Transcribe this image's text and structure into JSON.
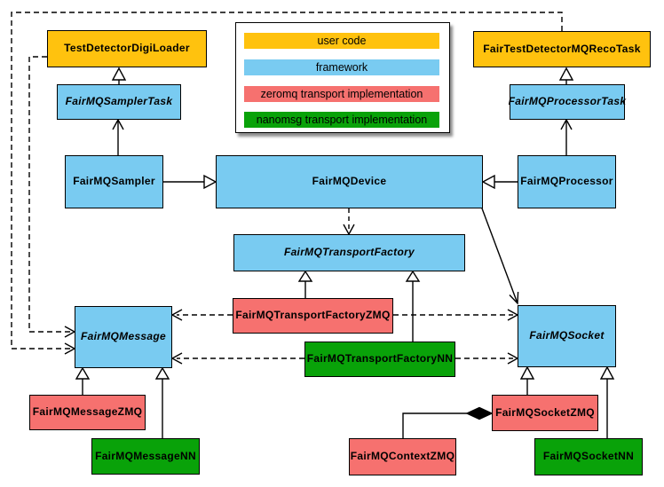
{
  "legend": {
    "items": [
      {
        "label": "user code",
        "color": "#FFC20E",
        "category": "user"
      },
      {
        "label": "framework",
        "color": "#79CBF1",
        "category": "framework"
      },
      {
        "label": "zeromq transport implementation",
        "color": "#F6716F",
        "category": "zeromq"
      },
      {
        "label": "nanomsg transport implementation",
        "color": "#09A209",
        "category": "nanomsg"
      }
    ]
  },
  "nodes": {
    "test_detector_digi_loader": {
      "label": "TestDetectorDigiLoader",
      "category": "user",
      "abstract": false
    },
    "fair_test_detector_mq_reco_task": {
      "label": "FairTestDetectorMQRecoTask",
      "category": "user",
      "abstract": false
    },
    "fairmq_sampler_task": {
      "label": "FairMQSamplerTask",
      "category": "framework",
      "abstract": true
    },
    "fairmq_processor_task": {
      "label": "FairMQProcessorTask",
      "category": "framework",
      "abstract": true
    },
    "fairmq_sampler": {
      "label": "FairMQSampler",
      "category": "framework",
      "abstract": false
    },
    "fairmq_device": {
      "label": "FairMQDevice",
      "category": "framework",
      "abstract": false
    },
    "fairmq_processor": {
      "label": "FairMQProcessor",
      "category": "framework",
      "abstract": false
    },
    "fairmq_transport_factory": {
      "label": "FairMQTransportFactory",
      "category": "framework",
      "abstract": true
    },
    "fairmq_transport_factory_zmq": {
      "label": "FairMQTransportFactoryZMQ",
      "category": "zeromq",
      "abstract": false
    },
    "fairmq_transport_factory_nn": {
      "label": "FairMQTransportFactoryNN",
      "category": "nanomsg",
      "abstract": false
    },
    "fairmq_message": {
      "label": "FairMQMessage",
      "category": "framework",
      "abstract": true
    },
    "fairmq_socket": {
      "label": "FairMQSocket",
      "category": "framework",
      "abstract": true
    },
    "fairmq_message_zmq": {
      "label": "FairMQMessageZMQ",
      "category": "zeromq",
      "abstract": false
    },
    "fairmq_message_nn": {
      "label": "FairMQMessageNN",
      "category": "nanomsg",
      "abstract": false
    },
    "fairmq_context_zmq": {
      "label": "FairMQContextZMQ",
      "category": "zeromq",
      "abstract": false
    },
    "fairmq_socket_zmq": {
      "label": "FairMQSocketZMQ",
      "category": "zeromq",
      "abstract": false
    },
    "fairmq_socket_nn": {
      "label": "FairMQSocketNN",
      "category": "nanomsg",
      "abstract": false
    }
  },
  "edges": [
    {
      "from": "FairMQSamplerTask",
      "to": "TestDetectorDigiLoader",
      "type": "generalization"
    },
    {
      "from": "FairMQSampler",
      "to": "FairMQSamplerTask",
      "type": "arrow"
    },
    {
      "from": "FairMQSampler",
      "to": "FairMQDevice",
      "type": "generalization"
    },
    {
      "from": "FairMQProcessor",
      "to": "FairMQDevice",
      "type": "generalization"
    },
    {
      "from": "FairMQProcessor",
      "to": "FairMQProcessorTask",
      "type": "arrow"
    },
    {
      "from": "FairMQProcessorTask",
      "to": "FairTestDetectorMQRecoTask",
      "type": "generalization"
    },
    {
      "from": "FairMQDevice",
      "to": "FairMQTransportFactory",
      "type": "dependency"
    },
    {
      "from": "FairMQDevice",
      "to": "FairMQSocket",
      "type": "arrow"
    },
    {
      "from": "FairMQTransportFactoryZMQ",
      "to": "FairMQTransportFactory",
      "type": "generalization"
    },
    {
      "from": "FairMQTransportFactoryNN",
      "to": "FairMQTransportFactory",
      "type": "generalization"
    },
    {
      "from": "FairMQTransportFactoryZMQ",
      "to": "FairMQMessage",
      "type": "dependency"
    },
    {
      "from": "FairMQTransportFactoryZMQ",
      "to": "FairMQSocket",
      "type": "dependency"
    },
    {
      "from": "FairMQTransportFactoryNN",
      "to": "FairMQMessage",
      "type": "dependency"
    },
    {
      "from": "FairMQTransportFactoryNN",
      "to": "FairMQSocket",
      "type": "dependency"
    },
    {
      "from": "TestDetectorDigiLoader",
      "to": "FairMQMessage",
      "type": "dependency"
    },
    {
      "from": "FairTestDetectorMQRecoTask",
      "to": "FairMQMessage",
      "type": "dependency"
    },
    {
      "from": "FairMQMessageZMQ",
      "to": "FairMQMessage",
      "type": "generalization"
    },
    {
      "from": "FairMQMessageNN",
      "to": "FairMQMessage",
      "type": "generalization"
    },
    {
      "from": "FairMQSocketZMQ",
      "to": "FairMQSocket",
      "type": "generalization"
    },
    {
      "from": "FairMQSocketNN",
      "to": "FairMQSocket",
      "type": "generalization"
    },
    {
      "from": "FairMQContextZMQ",
      "to": "FairMQSocketZMQ",
      "type": "composition"
    }
  ]
}
